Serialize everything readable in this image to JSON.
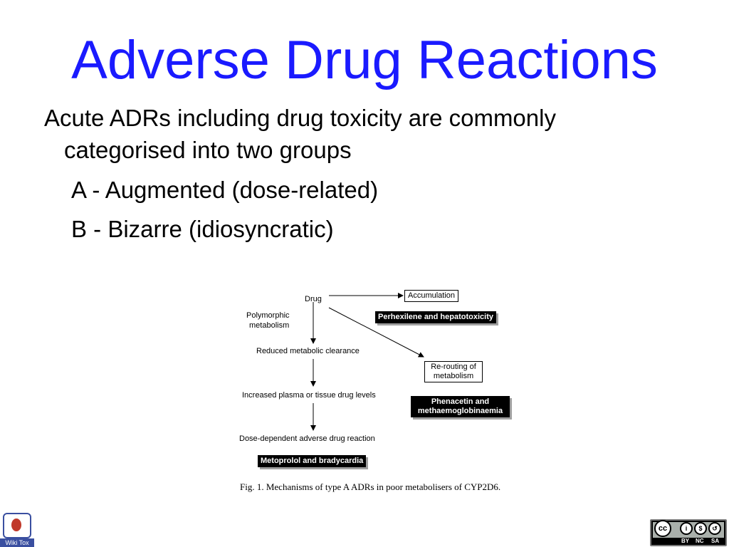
{
  "slide": {
    "title": "Adverse Drug Reactions",
    "line1": "Acute  ADRs including drug toxicity are commonly",
    "line2": "categorised into two groups",
    "line3": "A - Augmented (dose-related)",
    "line4": "B - Bizarre (idiosyncratic)"
  },
  "figure": {
    "drug": "Drug",
    "polymorphic": "Polymorphic",
    "metabolism": "metabolism",
    "reduced": "Reduced metabolic clearance",
    "increased": "Increased plasma or tissue drug levels",
    "dose_dependent": "Dose-dependent adverse drug reaction",
    "accumulation": "Accumulation",
    "rerouting_1": "Re-routing of",
    "rerouting_2": "metabolism",
    "perhexilene": "Perhexilene  and  hepatotoxicity",
    "phenacetin_1": "Phenacetin  and",
    "phenacetin_2": "methaemoglobinaemia",
    "metoprolol": "Metoprolol  and  bradycardia",
    "caption": "Fig. 1.  Mechanisms of type A ADRs in poor metabolisers of CYP2D6."
  },
  "logo_left": {
    "text": "Wiki Tox"
  },
  "license": {
    "by": "BY",
    "nc": "NC",
    "sa": "SA",
    "cc": "cc"
  }
}
